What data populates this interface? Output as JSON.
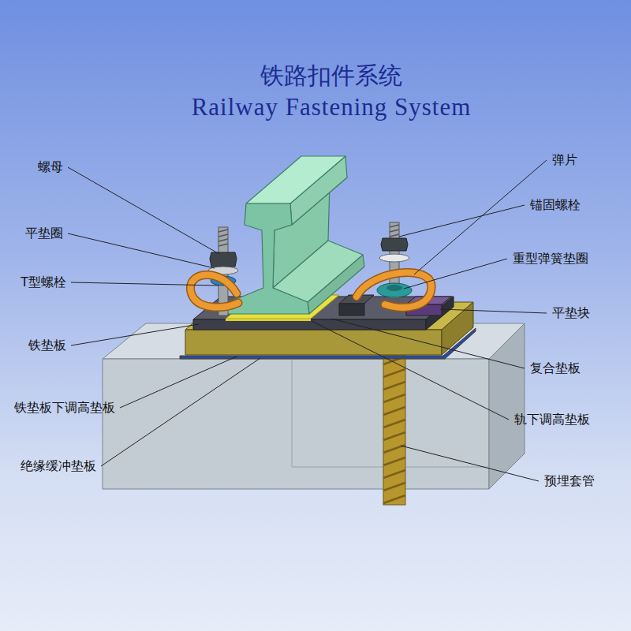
{
  "diagram": {
    "title": "铁路扣件系统",
    "labels": [
      "Railway Fastening System",
      "螺母",
      "平垫圈",
      "T型螺栓",
      "铁垫板",
      "铁垫板下调高垫板",
      "绝缘缓冲垫板",
      "弹片",
      "锚固螺栓",
      "重型弹簧垫圈",
      "平垫块",
      "复合垫板",
      "轨下调高垫板",
      "预埋套管"
    ]
  }
}
